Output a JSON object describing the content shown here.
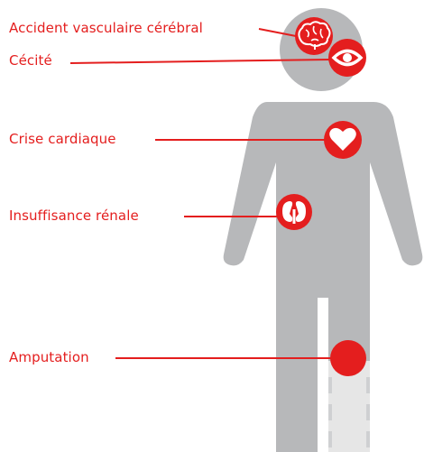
{
  "colors": {
    "accent": "#e41e1e",
    "figure_gray": "#b7b8ba",
    "amputated_leg": "#e6e6e6",
    "icon_fill": "#ffffff"
  },
  "complications": [
    {
      "label": "Accident vasculaire cérébral",
      "icon": "brain-icon"
    },
    {
      "label": "Cécité",
      "icon": "eye-icon"
    },
    {
      "label": "Crise cardiaque",
      "icon": "heart-icon"
    },
    {
      "label": "Insuffisance rénale",
      "icon": "kidney-icon"
    },
    {
      "label": "Amputation",
      "icon": "amputation-marker"
    }
  ]
}
